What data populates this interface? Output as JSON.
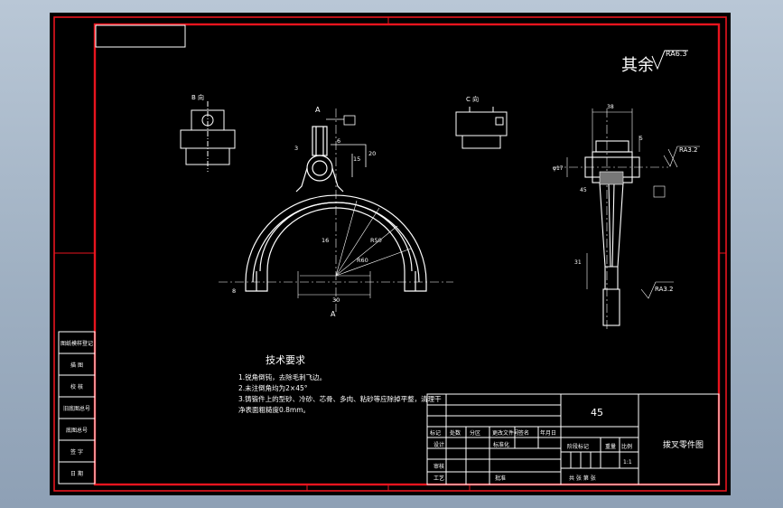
{
  "colors": {
    "background": "#a8b8c9",
    "sheet": "#000000",
    "frame": "#e8141e",
    "ink": "#ffffff",
    "dim": "#c8c8c8"
  },
  "drawing": {
    "surface_symbol_other": "其余",
    "surface_roughness_other": "RA6.3",
    "view_a_label": "A",
    "view_a_top": "A",
    "view_b_label": "B 向",
    "view_c_label": "C 向",
    "ra_right": "RA3.2",
    "ra_bottom": "RA3.2",
    "dims": {
      "d38": "38",
      "d5": "5",
      "d17": "φ17",
      "d45": "45",
      "d31": "31",
      "d16": "16",
      "d30": "30",
      "d8": "8",
      "r60": "R60",
      "r50": "R50",
      "d6": "6",
      "d3": "3",
      "d15": "15",
      "d20": "20"
    },
    "tech_req_title": "技术要求",
    "tech_req_lines": [
      "1.锐角倒钝，去除毛刺飞边。",
      "2.未注倒角均为2×45°",
      "3.铸锻件上的型砂、冷砂、芯骨、多肉、粘砂等应除掉平整，清理干",
      "净表面粗糙度0.8mm。"
    ]
  },
  "side_table": [
    "图纸模样登记",
    "描 图",
    "校 核",
    "旧底图总号",
    "底图总号",
    "签 字",
    "日 期"
  ],
  "title_block": {
    "material": "45",
    "part_name": "拨叉零件图",
    "row1": [
      "标记",
      "处数",
      "分区",
      "更改文件号",
      "签名",
      "年月日"
    ],
    "row2": [
      "设计",
      "",
      "",
      "标准化"
    ],
    "row2_right": [
      "阶段标记",
      "重量",
      "比例"
    ],
    "scale": "1:1",
    "review": "审核",
    "process": "工艺",
    "approve": "批准",
    "sheet_info": "共 张 第 张"
  }
}
